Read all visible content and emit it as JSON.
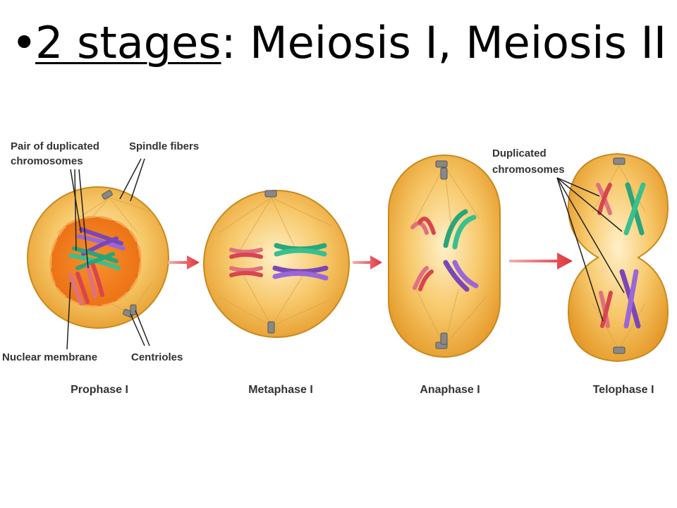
{
  "slide": {
    "bullet": "•",
    "heading_underlined": "2 stages",
    "heading_rest": ": Meiosis I, Meiosis II"
  },
  "diagram": {
    "labels": {
      "pair_line1": "Pair of duplicated",
      "pair_line2": "chromosomes",
      "spindle": "Spindle fibers",
      "nuclear": "Nuclear membrane",
      "centrioles": "Centrioles",
      "dup_line1": "Duplicated",
      "dup_line2": "chromosomes"
    },
    "stages": [
      "Prophase I",
      "Metaphase I",
      "Anaphase I",
      "Telophase I"
    ],
    "colors": {
      "cell_fill": "#f5bf55",
      "cell_edge": "#c98a1e",
      "nucleus": "#f07a1a",
      "arrow": "#e0303a",
      "chrom_green": "#2aa57a",
      "chrom_purple": "#7a47b8",
      "chrom_pink": "#e07080",
      "chrom_red": "#d8454f"
    }
  }
}
